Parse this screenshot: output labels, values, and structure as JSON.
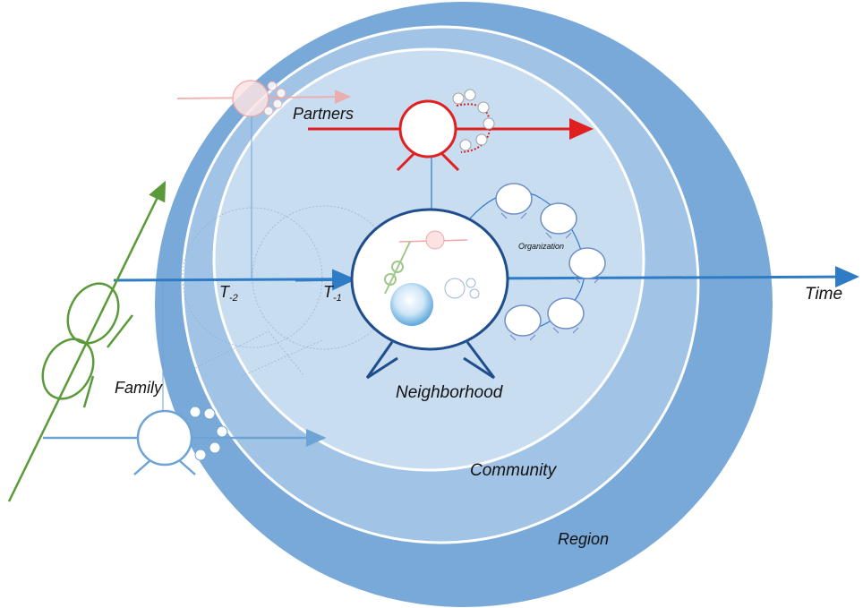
{
  "labels": {
    "partners": "Partners",
    "organization": "Organization",
    "t2_main": "T",
    "t2_sub": "-2",
    "t1_main": "T",
    "t1_sub": "-1",
    "time": "Time",
    "family": "Family",
    "neighborhood": "Neighborhood",
    "community": "Community",
    "region": "Region"
  },
  "colors": {
    "region": "#78a9d9",
    "community": "#a1c3e6",
    "neighborhood_zone": "#c9ddf1",
    "white_ring": "#ffffff",
    "time_axis": "#2e7cc6",
    "neighborhood_node": "#1f4e8c",
    "partners_arrow": "#e02020",
    "partners_faded": "#f0a6a6",
    "family_green": "#5a9a3a",
    "family_blue": "#6ea3d6",
    "org_node": "#6f8fc9"
  }
}
